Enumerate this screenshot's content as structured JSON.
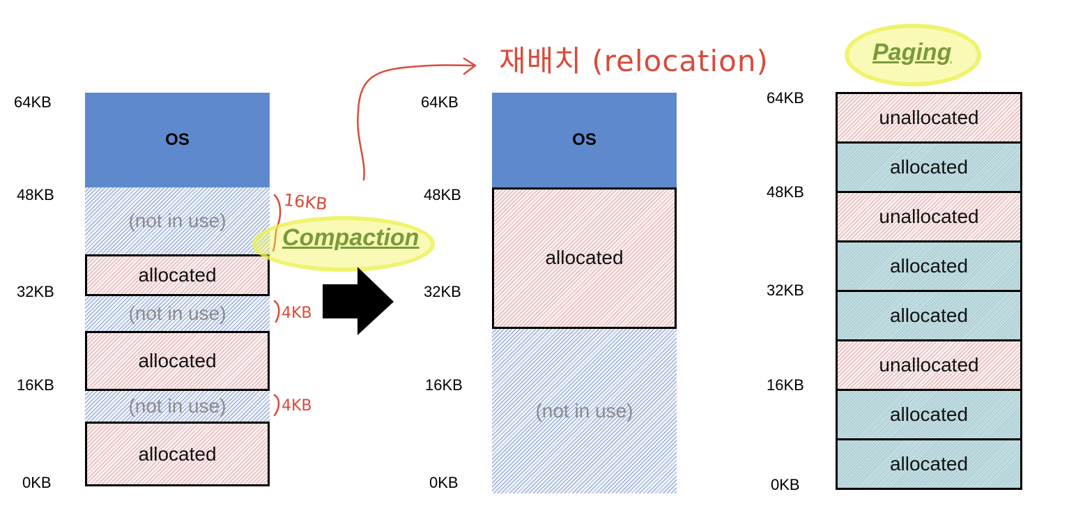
{
  "axis_labels": {
    "kb64": "64KB",
    "kb48": "48KB",
    "kb32": "32KB",
    "kb16": "16KB",
    "kb0": "0KB"
  },
  "left": {
    "os": "OS",
    "free1": "(not in use)",
    "alloc1": "allocated",
    "free2": "(not in use)",
    "alloc2": "allocated",
    "free3": "(not in use)",
    "alloc3": "allocated"
  },
  "gap_notes": {
    "gap1": "16KB",
    "gap2": "4KB",
    "gap3": "4KB"
  },
  "compaction_label": "Compaction",
  "relocation_note": "재배치 (relocation)",
  "middle": {
    "os": "OS",
    "alloc": "allocated",
    "free": "(not in use)"
  },
  "paging_label": "Paging",
  "paging_frames": [
    "unallocated",
    "allocated",
    "unallocated",
    "allocated",
    "allocated",
    "unallocated",
    "allocated",
    "allocated"
  ],
  "colors": {
    "os": "#5e8acd",
    "free_hatch": "#2d55aa",
    "alloc_hatch": "#c85a5a",
    "page_alloc": "#c7e2e6",
    "handwriting": "#d94a3a",
    "label_green": "#7a9a3a",
    "highlight": "#f0f55a"
  }
}
